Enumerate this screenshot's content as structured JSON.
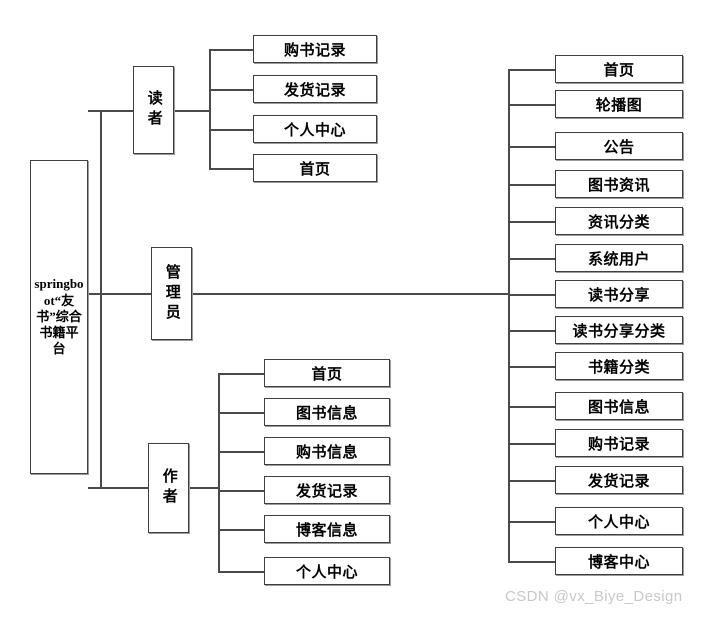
{
  "diagram": {
    "root": {
      "label": "springboot“友书”综合书籍平台"
    },
    "branches": [
      {
        "key": "reader",
        "label": "读者",
        "children": [
          {
            "label": "购书记录"
          },
          {
            "label": "发货记录"
          },
          {
            "label": "个人中心"
          },
          {
            "label": "首页"
          }
        ]
      },
      {
        "key": "admin",
        "label": "管理员",
        "children": [
          {
            "label": "首页"
          },
          {
            "label": "轮播图"
          },
          {
            "label": "公告"
          },
          {
            "label": "图书资讯"
          },
          {
            "label": "资讯分类"
          },
          {
            "label": "系统用户"
          },
          {
            "label": "读书分享"
          },
          {
            "label": "读书分享分类"
          },
          {
            "label": "书籍分类"
          },
          {
            "label": "图书信息"
          },
          {
            "label": "购书记录"
          },
          {
            "label": "发货记录"
          },
          {
            "label": "个人中心"
          },
          {
            "label": "博客中心"
          }
        ]
      },
      {
        "key": "author",
        "label": "作者",
        "children": [
          {
            "label": "首页"
          },
          {
            "label": "图书信息"
          },
          {
            "label": "购书信息"
          },
          {
            "label": "发货记录"
          },
          {
            "label": "博客信息"
          },
          {
            "label": "个人中心"
          }
        ]
      }
    ]
  },
  "watermark": {
    "text": "CSDN @vx_Biye_Design"
  },
  "colors": {
    "box_border": "#3f3f3f",
    "line": "#4a4a4a",
    "background": "#ffffff",
    "watermark": "#c8c8c8"
  }
}
